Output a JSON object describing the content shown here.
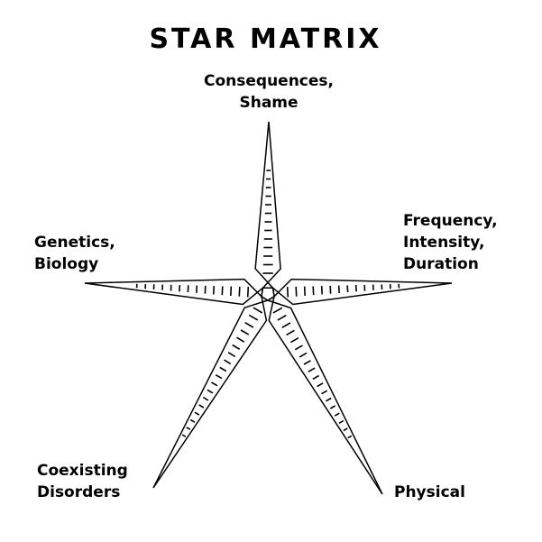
{
  "title": "STAR MATRIX",
  "points": [
    {
      "id": "top",
      "lines": [
        "Consequences,",
        "Shame"
      ]
    },
    {
      "id": "right",
      "lines": [
        "Frequency,",
        "Intensity,",
        "Duration"
      ]
    },
    {
      "id": "bottom-right",
      "lines": [
        "Physical"
      ]
    },
    {
      "id": "bottom-left",
      "lines": [
        "Coexisting",
        "Disorders"
      ]
    },
    {
      "id": "left",
      "lines": [
        "Genetics,",
        "Biology"
      ]
    }
  ],
  "colors": {
    "background": "#ffffff",
    "ink": "#000000"
  }
}
